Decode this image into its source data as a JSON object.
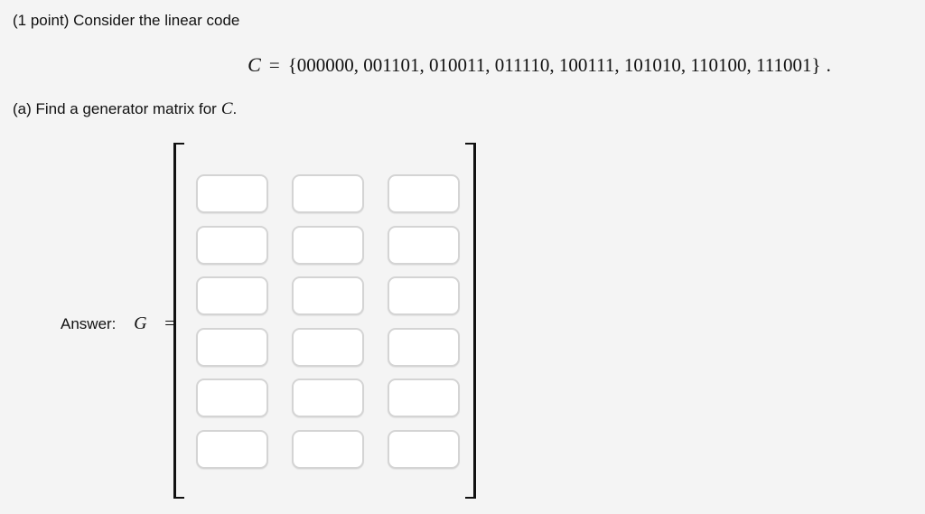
{
  "colors": {
    "background": "#f4f4f4",
    "text": "#111111",
    "bracket": "#111111",
    "input_border": "#d4d4d4",
    "input_background": "#ffffff"
  },
  "problem": {
    "intro": "(1 point) Consider the linear code",
    "equation": {
      "variable": "C",
      "equals": "=",
      "codewords": [
        "000000",
        "001101",
        "010011",
        "011110",
        "100111",
        "101010",
        "110100",
        "111001"
      ],
      "set_display": "{000000, 001101, 010011, 011110, 100111, 101010, 110100, 111001}",
      "period": "."
    },
    "part_a": {
      "prefix": "(a) Find a generator matrix for",
      "variable": "C",
      "period": "."
    },
    "answer": {
      "label": "Answer:",
      "variable": "G",
      "equals": "="
    },
    "matrix": {
      "rows": 6,
      "cols": 3,
      "cell_value": "",
      "cell_placeholder": ""
    }
  }
}
